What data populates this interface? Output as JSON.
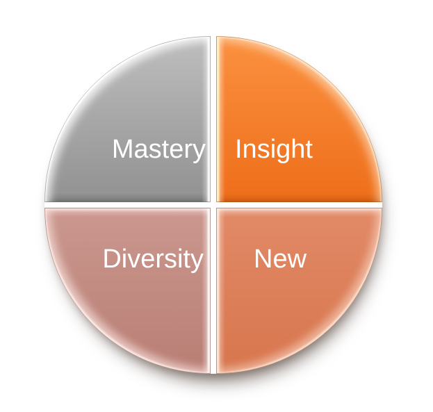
{
  "diagram": {
    "type": "quarter-circle-cycle",
    "background_color": "#ffffff",
    "text_color": "#ffffff",
    "shadow_color": "#2d1c12",
    "quadrants": [
      {
        "id": "mastery",
        "label": "Mastery",
        "position": "top-left",
        "color_top": "#bfbebf",
        "color_bottom": "#929192"
      },
      {
        "id": "insight",
        "label": "Insight",
        "position": "top-right",
        "color_top": "#fb9140",
        "color_bottom": "#ee6e1a"
      },
      {
        "id": "diversity",
        "label": "Diversity",
        "position": "bottom-left",
        "color_top": "#cb988f",
        "color_bottom": "#b87e74"
      },
      {
        "id": "new",
        "label": "New",
        "position": "bottom-right",
        "color_top": "#e28a67",
        "color_bottom": "#d7764e"
      }
    ]
  }
}
